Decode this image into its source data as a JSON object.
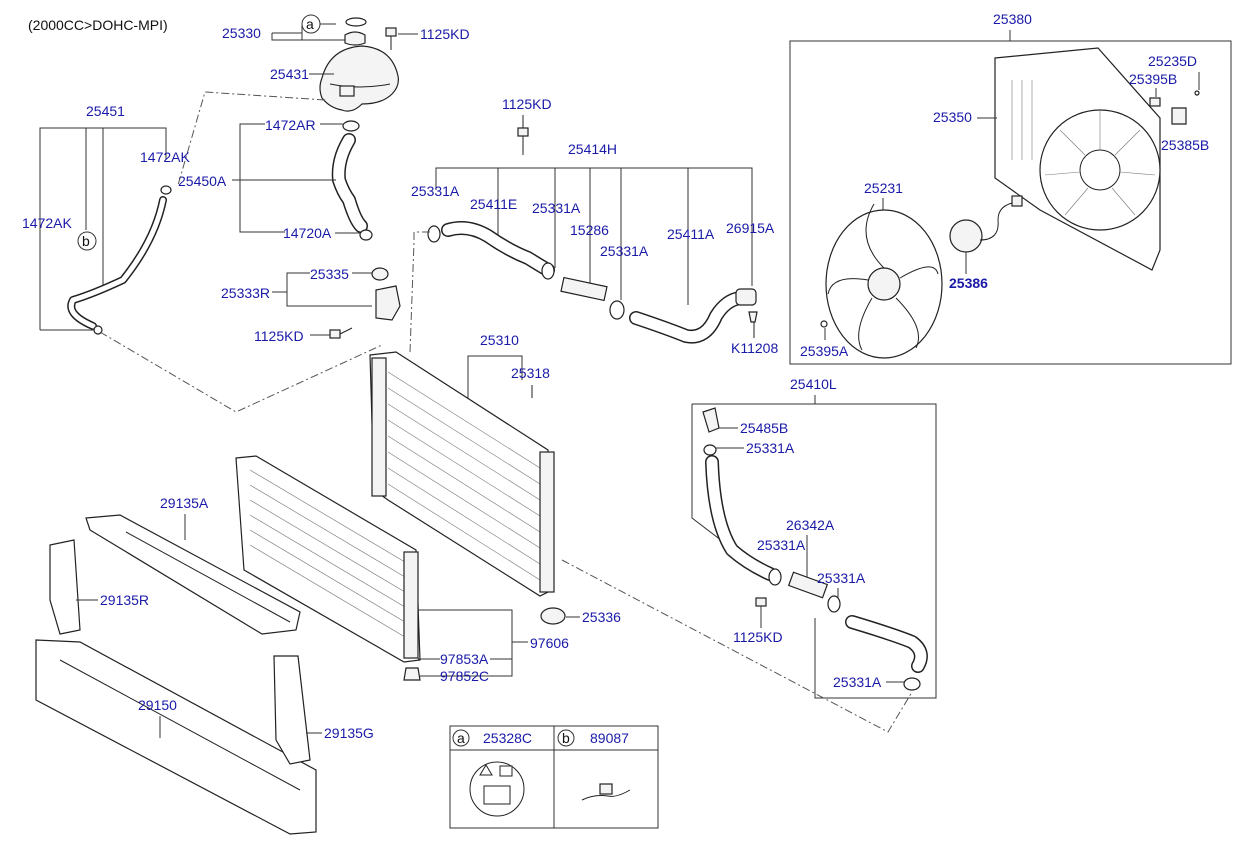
{
  "header": {
    "engine_note": "(2000CC>DOHC-MPI)"
  },
  "callouts": {
    "a": "a",
    "b": "b"
  },
  "labels": {
    "p25330": "25330",
    "p1125KD_top": "1125KD",
    "p25431": "25431",
    "p1472AR": "1472AR",
    "p25450A": "25450A",
    "p14720A": "14720A",
    "p25451": "25451",
    "p1472AK_r": "1472AK",
    "p1472AK_l": "1472AK",
    "p25335": "25335",
    "p25333R": "25333R",
    "p1125KD_mid": "1125KD",
    "p1125KD_hose": "1125KD",
    "p25414H": "25414H",
    "p25331A_1": "25331A",
    "p25411E": "25411E",
    "p25331A_2": "25331A",
    "p15286": "15286",
    "p25331A_3": "25331A",
    "p25411A": "25411A",
    "p26915A": "26915A",
    "pK11208": "K11208",
    "p25380": "25380",
    "p25235D": "25235D",
    "p25395B": "25395B",
    "p25350": "25350",
    "p25385B": "25385B",
    "p25231": "25231",
    "p25386": "25386",
    "p25395A": "25395A",
    "p25310": "25310",
    "p25318": "25318",
    "p25410L": "25410L",
    "p25485B": "25485B",
    "p25331A_4": "25331A",
    "p26342A": "26342A",
    "p25331A_5": "25331A",
    "p25331A_6": "25331A",
    "p1125KD_low": "1125KD",
    "p25331A_7": "25331A",
    "p29135A": "29135A",
    "p29135R": "29135R",
    "p29150": "29150",
    "p29135G": "29135G",
    "p25336": "25336",
    "p97606": "97606",
    "p97853A": "97853A",
    "p97852C": "97852C"
  },
  "legend": {
    "a_letter": "a",
    "a_part": "25328C",
    "b_letter": "b",
    "b_part": "89087"
  },
  "colors": {
    "label": "#1a1aa8",
    "line": "#333333"
  }
}
